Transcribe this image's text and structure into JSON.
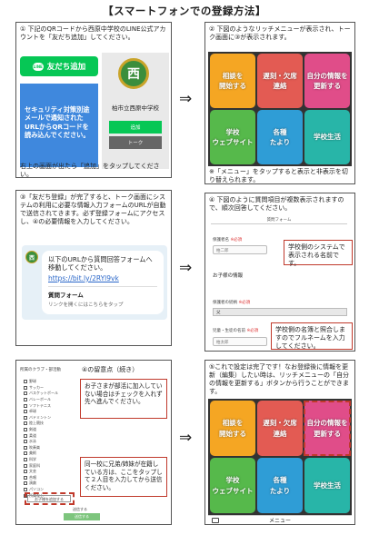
{
  "title": "【スマートフォンでの登録方法】",
  "arrow": "⇒",
  "step1": {
    "text": "① 下記のQRコードから西原中学校のLINE公式アカウントを「友だち追加」してください。",
    "line_button": "友だち追加",
    "line_logo": "LINE",
    "blue_note": "セキュリティ対策別途メールで通知されたURLからQRコードを読み込んでください。",
    "emblem": "西",
    "school_name": "柏市立西原中学校",
    "add_label": "追加",
    "talk_label": "トーク",
    "footer": "右上の画面が出たら「追加」をタップしてください。"
  },
  "step2": {
    "text": "② 下図のようなリッチメニューが表示され、トーク画面に③が表示されます。",
    "note": "※「メニュー」をタップすると表示と非表示を切り替えられます。"
  },
  "menu": [
    {
      "line1": "相談を",
      "line2": "開始する"
    },
    {
      "line1": "遅刻・欠席",
      "line2": "連絡"
    },
    {
      "line1": "自分の情報を",
      "line2": "更新する"
    },
    {
      "line1": "学校",
      "line2": "ウェブサイト"
    },
    {
      "line1": "各種",
      "line2": "たより"
    },
    {
      "line1": "学校生活",
      "line2": ""
    }
  ],
  "menu_bar": "メニュー",
  "step3": {
    "text": "③「友だち登録」が完了すると、トーク画面にシステムの利用に必要な情報入力フォームのURLが自動で送信されてきます。必ず登録フォームにアクセスし、④の必要情報を入力してください。",
    "avatar": "西",
    "message": "以下のURLから質問回答フォームへ移動してください。",
    "link": "https://bit.ly/2RYl9vk",
    "form_title": "質問フォーム",
    "form_sub": "リンクを開くにはこちらをタップ"
  },
  "step4": {
    "text": "④ 下図のように質問項目が複数表示されますので、順次回答してください。",
    "form_bar": "質問フォーム",
    "guardian_label": "保護者名",
    "required": "※必須",
    "guardian_value": "柏二郎",
    "note1": "学校側のシステムで表示される名前です。",
    "child_section": "お子様の情報",
    "grade_label": "保護者の続柄",
    "grade_value": "父",
    "child_label": "児童・生徒の名前",
    "child_value": "柏太郎",
    "note2": "学校側の名簿と照合しますのでフルネームを入力してください。"
  },
  "step5": {
    "header": "④の留意点（続き）",
    "list_head": "所属のクラブ・部活動",
    "clubs": [
      "野球",
      "サッカー",
      "バスケットボール",
      "バレーボール",
      "ソフトテニス",
      "卓球",
      "バドミントン",
      "陸上競技",
      "剣道",
      "柔道",
      "水泳",
      "吹奏楽",
      "美術",
      "科学",
      "家庭科",
      "文芸",
      "合唱",
      "演劇",
      "パソコン",
      "所属なし"
    ],
    "note1": "お子さまが部活に加入していない場合はチェックを入れず先へ進んでください。",
    "note2": "同一校に兄弟/姉妹が在籍している方は、ここをタップして２人目を入力してから送信ください。",
    "add_child": "お子様を追加する",
    "send_label": "送信する",
    "send_button": "送信する"
  },
  "step6": {
    "text": "⑤これで設定は完了です！なお登録後に情報を更新（編集）したい時は、リッチメニューの「自分の情報を更新する」ボタンから行うことができます。"
  },
  "colors": {
    "line_green": "#06c755",
    "blue": "#3f88dd",
    "red_outline": "#c0392b"
  }
}
